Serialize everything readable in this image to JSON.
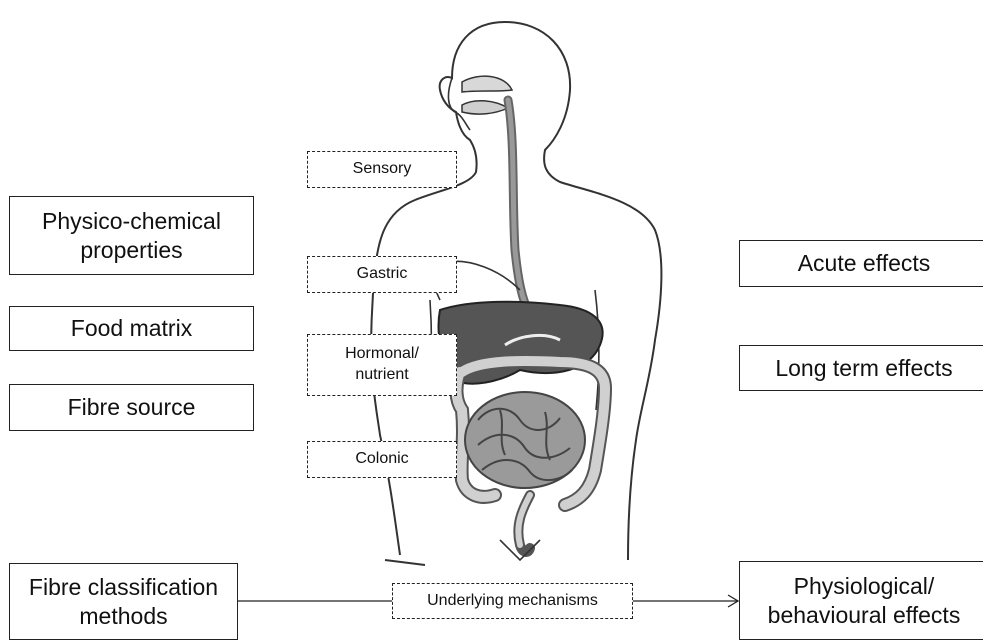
{
  "left_boxes": {
    "physico": "Physico-chemical\nproperties",
    "food_matrix": "Food matrix",
    "fibre_source": "Fibre source",
    "classification": "Fibre classification\nmethods"
  },
  "right_boxes": {
    "acute": "Acute effects",
    "long_term": "Long term effects",
    "physiological": "Physiological/\nbehavioural effects"
  },
  "mechanisms": {
    "sensory": "Sensory",
    "gastric": "Gastric",
    "hormonal": "Hormonal/\nnutrient",
    "colonic": "Colonic",
    "underlying": "Underlying mechanisms"
  }
}
